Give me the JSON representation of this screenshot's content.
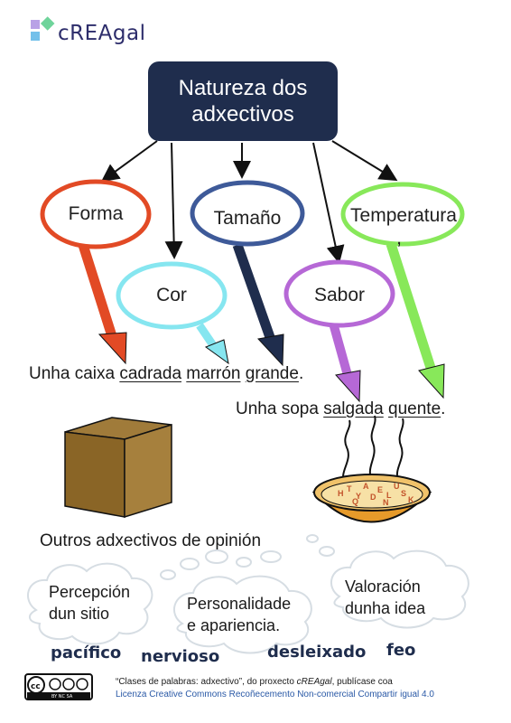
{
  "logo": {
    "text": "cREAgal"
  },
  "title": {
    "line1": "Natureza dos",
    "line2": "adxectivos"
  },
  "categories": [
    {
      "label": "Forma",
      "color": "#e24a25"
    },
    {
      "label": "Tamaño",
      "color": "#3e5a99"
    },
    {
      "label": "Temperatura",
      "suffix": ",",
      "color": "#88e85a"
    },
    {
      "label": "Cor",
      "color": "#86e6f0"
    },
    {
      "label": "Sabor",
      "color": "#b668d6"
    }
  ],
  "sentence1": {
    "prefix": "Unha caixa ",
    "adj1": "cadrada",
    "adj2": "marrón",
    "adj3": "grande",
    "end": "."
  },
  "sentence2": {
    "prefix": "Unha sopa ",
    "adj1": "salgada",
    "adj2": "quente",
    "end": "."
  },
  "opinion_heading": "Outros adxectivos de opinión",
  "clouds": [
    {
      "line1": "Percepción",
      "line2": "dun sitio"
    },
    {
      "line1": "Personalidade",
      "line2": "e apariencia."
    },
    {
      "line1": "Valoración",
      "line2": "dunha idea"
    }
  ],
  "words": [
    "pacífico",
    "nervioso",
    "desleixado",
    "feo"
  ],
  "footer": {
    "line1_pre": "“Clases de palabras: adxectivo”, do proxecto ",
    "line1_em": "cREAgal",
    "line1_post": ", publícase coa",
    "line2": "Licenza Creative Commons Recoñecemento Non-comercial Compartir igual 4.0",
    "cc_badge": "BY NC SA"
  },
  "icons": [
    "box-icon",
    "soup-bowl-icon",
    "cc-license-icon",
    "logo-squares-icon"
  ]
}
